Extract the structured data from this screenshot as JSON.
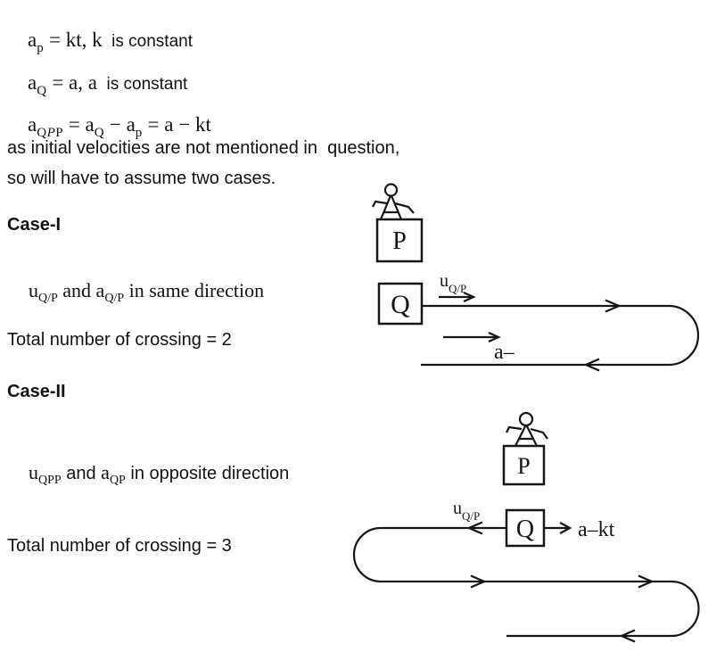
{
  "colors": {
    "ink": "#161616",
    "background": "#ffffff"
  },
  "equations": {
    "eq1": {
      "a": "a",
      "a_sub": "p",
      "rhs": " = kt, k",
      "tail": "  is constant"
    },
    "eq2": {
      "a": "a",
      "a_sub": "Q",
      "rhs": " = a, a",
      "tail": "  is constant"
    },
    "eq3": {
      "a": "a",
      "sub_q": "Q",
      "sub_p_italic": "P",
      "sub_p": "P",
      "m1": " = a",
      "s2": "Q",
      "m2": " − a",
      "s3": "p",
      "m3": " = a − kt"
    }
  },
  "notes": {
    "line1": "as initial velocities are not mentioned in  question,",
    "line2": "so will have to assume two cases."
  },
  "case1": {
    "heading": "Case-I",
    "cond": {
      "u": "u",
      "u_sub": "Q/P",
      "mid": " and a",
      "a_sub": "Q/P",
      "tail": " in same direction"
    },
    "crossing": "Total number of crossing = 2",
    "diagram": {
      "p_label": "P",
      "q_label": "Q",
      "u_label": "u",
      "u_sub": "Q/P",
      "accel_label": "a–"
    }
  },
  "case2": {
    "heading": "Case-II",
    "cond": {
      "u": "u",
      "u_sub": "QPP",
      "mid": " and ",
      "a": "a",
      "a_sub": "QP",
      "tail": " in opposite direction"
    },
    "crossing": "Total number of crossing = 3",
    "diagram": {
      "p_label": "P",
      "q_label": "Q",
      "u_label": "u",
      "u_sub": "Q/P",
      "accel_label": "a–kt"
    }
  }
}
